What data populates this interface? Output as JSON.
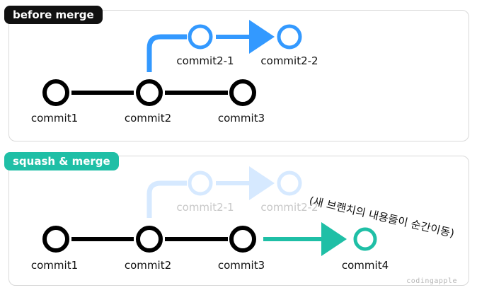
{
  "panels": {
    "before": {
      "tag": "before merge",
      "tag_color": "#111111"
    },
    "squash": {
      "tag": "squash & merge",
      "tag_color": "#1fbfa6"
    }
  },
  "nodes": {
    "commit1": "commit1",
    "commit2": "commit2",
    "commit3": "commit3",
    "commit2_1": "commit2-1",
    "commit2_2": "commit2-2",
    "commit4": "commit4"
  },
  "annotation": "(새 브랜치의 내용들이 순간이동)",
  "watermark": "codingapple",
  "colors": {
    "main": "#000000",
    "branch": "#3399ff",
    "branch_faded": "#d6e9ff",
    "branch_text_faded": "#c8c8c8",
    "squash": "#1fbfa6"
  }
}
